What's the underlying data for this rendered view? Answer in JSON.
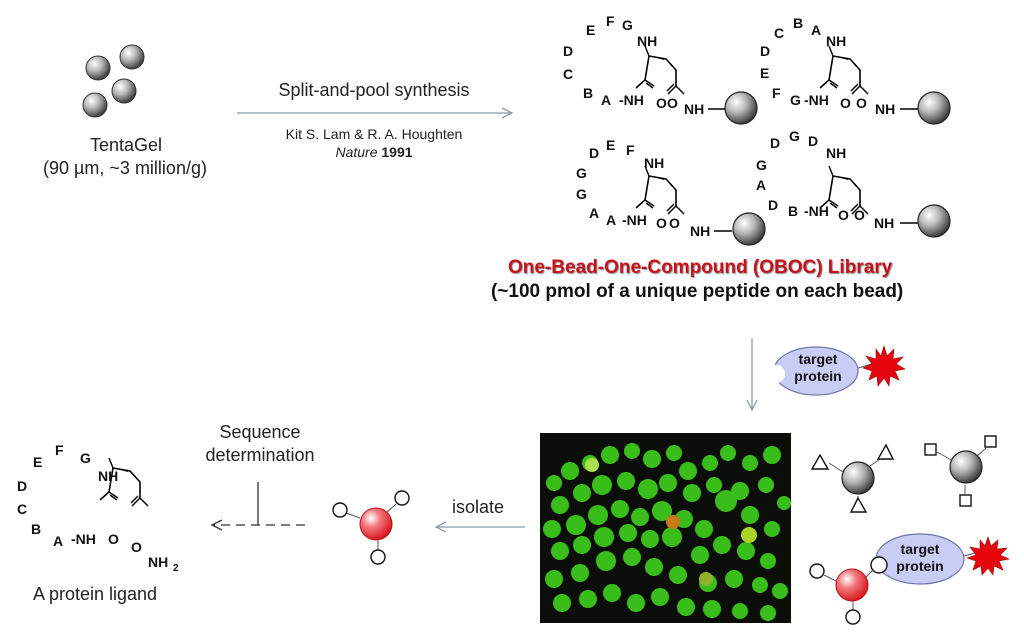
{
  "tentagel": {
    "name": "TentaGel",
    "spec": "(90 µm, ~3 million/g)"
  },
  "synthesis": {
    "label": "Split-and-pool  synthesis",
    "authors": "Kit S. Lam & R. A. Houghten",
    "journal": "Nature",
    "year": "1991"
  },
  "library": {
    "title": "One-Bead-One-Compound (OBOC) Library",
    "subtitle": "(~100 pmol of a unique peptide on each bead)",
    "peptides": [
      {
        "sequence": [
          "A",
          "B",
          "C",
          "D",
          "E",
          "F",
          "G"
        ],
        "ring_labels": [
          "E",
          "F",
          "G",
          "D",
          "C",
          "B",
          "A"
        ]
      },
      {
        "sequence": [
          "G",
          "F",
          "E",
          "D",
          "C",
          "B",
          "A"
        ],
        "ring_labels": [
          "C",
          "B",
          "A",
          "D",
          "E",
          "F",
          "G"
        ]
      },
      {
        "sequence": [
          "A",
          "A",
          "G",
          "G",
          "D",
          "E",
          "F"
        ],
        "ring_labels": [
          "D",
          "E",
          "F",
          "G",
          "G",
          "A",
          "A"
        ]
      },
      {
        "sequence": [
          "B",
          "D",
          "A",
          "G",
          "D",
          "G",
          "D"
        ],
        "ring_labels": [
          "D",
          "G",
          "D",
          "G",
          "A",
          "D",
          "B"
        ]
      }
    ],
    "chem_labels": {
      "nh": "NH",
      "o": "O"
    }
  },
  "screening": {
    "probe_label_line1": "target",
    "probe_label_line2": "protein"
  },
  "steps": {
    "isolate": "isolate",
    "sequence_line1": "Sequence",
    "sequence_line2": "determination"
  },
  "result": {
    "label": "A protein ligand",
    "ring_labels": [
      "E",
      "F",
      "G",
      "D",
      "C",
      "B",
      "A"
    ],
    "nh2": "NH",
    "nh2_sub": "2"
  },
  "colors": {
    "title_red": "#c8121b",
    "protein_fill": "#c9cdf5",
    "protein_stroke": "#6f74a8",
    "star_red": "#e8060e",
    "bead_red": "#e8343a",
    "bead_gray": "#8a8a8a",
    "arrow_gray": "#8c9aab",
    "fluor_green": "#3fd11c"
  }
}
